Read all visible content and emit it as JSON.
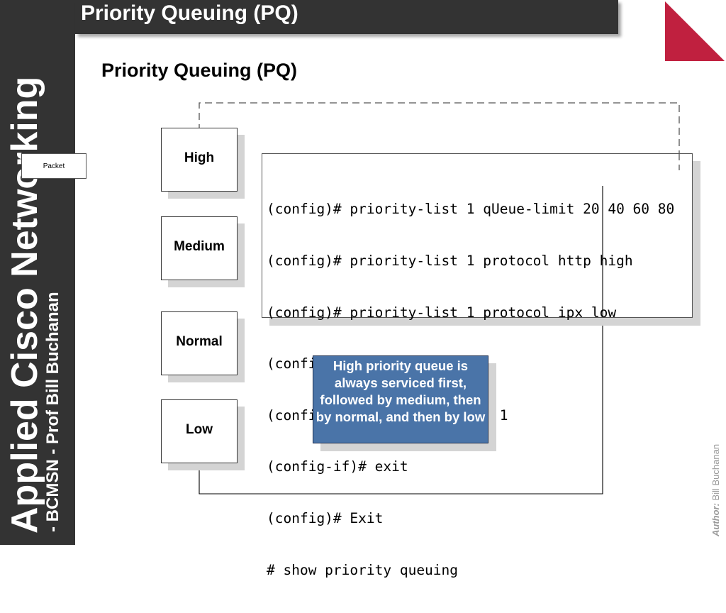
{
  "sidebar": {
    "line1": "Applied Cisco Networking",
    "line2": "- BCMSN - Prof Bill Buchanan"
  },
  "header": {
    "title": "Priority Queuing (PQ)"
  },
  "slide": {
    "heading": "Priority Queuing (PQ)"
  },
  "diagram": {
    "packet_label": "Packet",
    "queues": [
      "High",
      "Medium",
      "Normal",
      "Low"
    ],
    "config_lines": [
      "(config)# priority-list 1 qUeue-limit 20 40 60 80",
      "(config)# priority-list 1 protocol http high",
      "(config)# priority-list 1 protocol ipx low",
      "(config)# int serial0",
      "(config-if)# priority-group 1",
      "(config-if)# exit",
      "(config)# Exit",
      "# show priority queuing"
    ],
    "note": "High priority queue is always serviced first, followed by medium, then by normal, and then by low"
  },
  "footer": {
    "author_label": "Author:",
    "author_name": "Bill Buchanan"
  },
  "colors": {
    "band": "#333333",
    "accent": "#c0203f",
    "note_fill": "#4a74a8",
    "shadow": "#d4d4d4"
  }
}
